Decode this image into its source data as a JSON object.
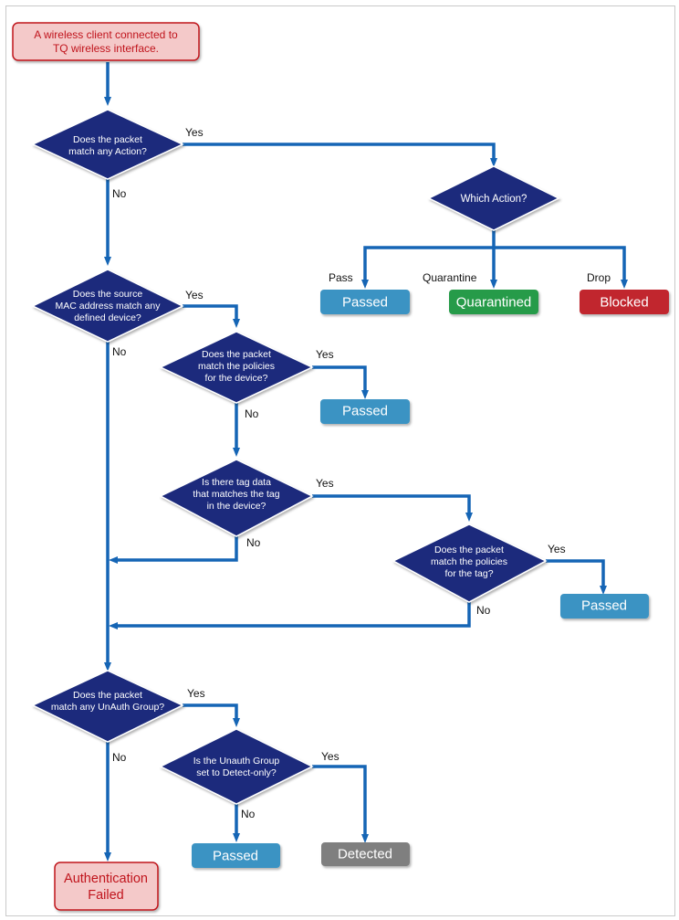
{
  "start": {
    "lines": [
      "A wireless client connected to",
      "TQ wireless interface."
    ]
  },
  "decisions": {
    "match_action": {
      "lines": [
        "Does the packet",
        "match any Action?"
      ]
    },
    "which_action": {
      "lines": [
        "Which Action?"
      ]
    },
    "source_mac": {
      "lines": [
        "Does the source",
        "MAC address match any",
        "defined device?"
      ]
    },
    "policies_device": {
      "lines": [
        "Does the packet",
        "match the policies",
        "for the device?"
      ]
    },
    "tag_data": {
      "lines": [
        "Is there tag data",
        "that matches the tag",
        "in the device?"
      ]
    },
    "policies_tag": {
      "lines": [
        "Does the packet",
        "match the policies",
        "for the tag?"
      ]
    },
    "unauth_group": {
      "lines": [
        "Does the packet",
        "match any UnAuth Group?"
      ]
    },
    "detect_only": {
      "lines": [
        "Is the Unauth Group",
        "set to Detect-only?"
      ]
    }
  },
  "labels": {
    "yes": "Yes",
    "no": "No",
    "pass": "Pass",
    "quarantine": "Quarantine",
    "drop": "Drop"
  },
  "results": {
    "passed_action": "Passed",
    "quarantined": "Quarantined",
    "blocked": "Blocked",
    "passed_device": "Passed",
    "passed_tag": "Passed",
    "passed_unauth": "Passed",
    "detected": "Detected"
  },
  "fail": {
    "lines": [
      "Authentication",
      "Failed"
    ]
  },
  "colors": {
    "diamond": "#1a2b7c",
    "arrow": "#1565b5",
    "passed": "#3b93c3",
    "quarantined": "#279b4a",
    "blocked": "#c1272d",
    "detected": "#7f7f7f",
    "start_fill": "#f4c9c9",
    "start_border": "#c0141c"
  }
}
